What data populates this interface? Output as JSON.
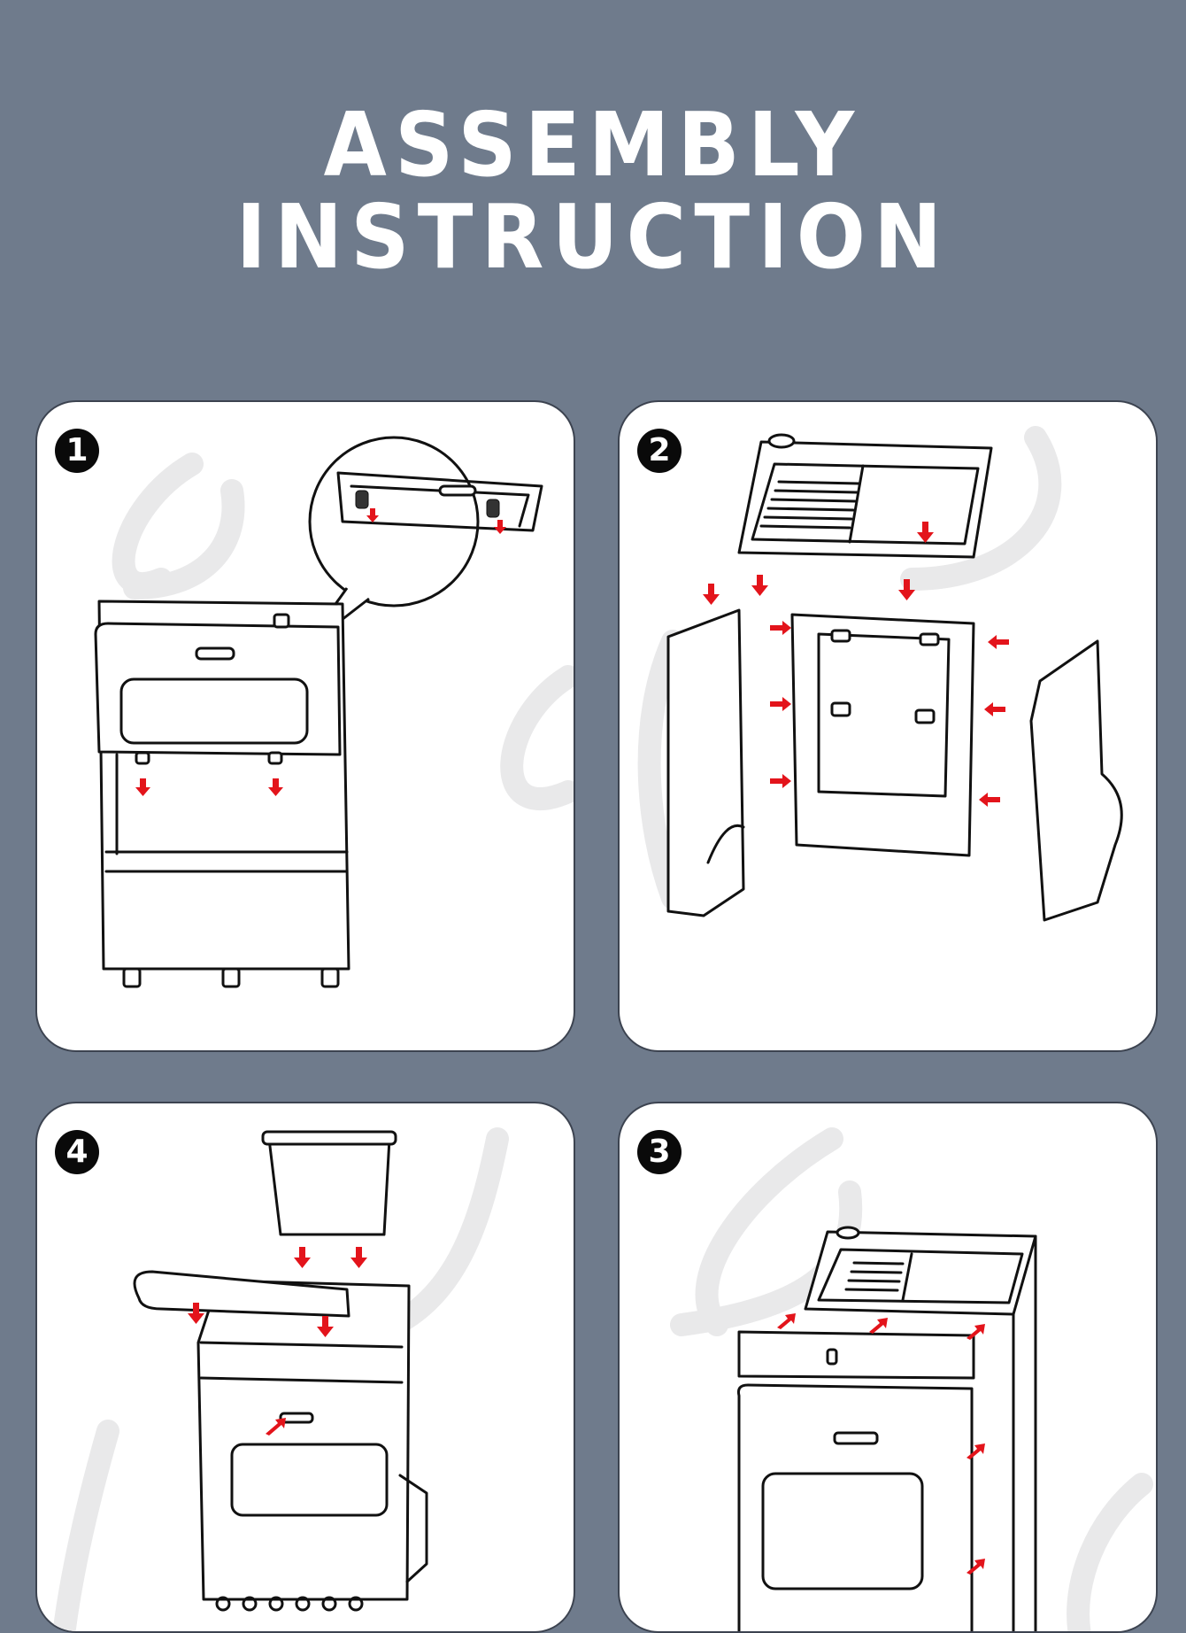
{
  "page": {
    "title_line1": "ASSEMBLY",
    "title_line2": "INSTRUCTION",
    "background_color": "#6f7b8c",
    "arrow_color": "#e3141b"
  },
  "steps": [
    {
      "number": "1",
      "description_icon": "step-1-attach-top-lid-diagram"
    },
    {
      "number": "2",
      "description_icon": "step-2-exploded-panels-diagram"
    },
    {
      "number": "4",
      "description_icon": "step-4-attach-handle-and-bin-diagram"
    },
    {
      "number": "3",
      "description_icon": "step-3-assembled-tray-diagram"
    }
  ]
}
